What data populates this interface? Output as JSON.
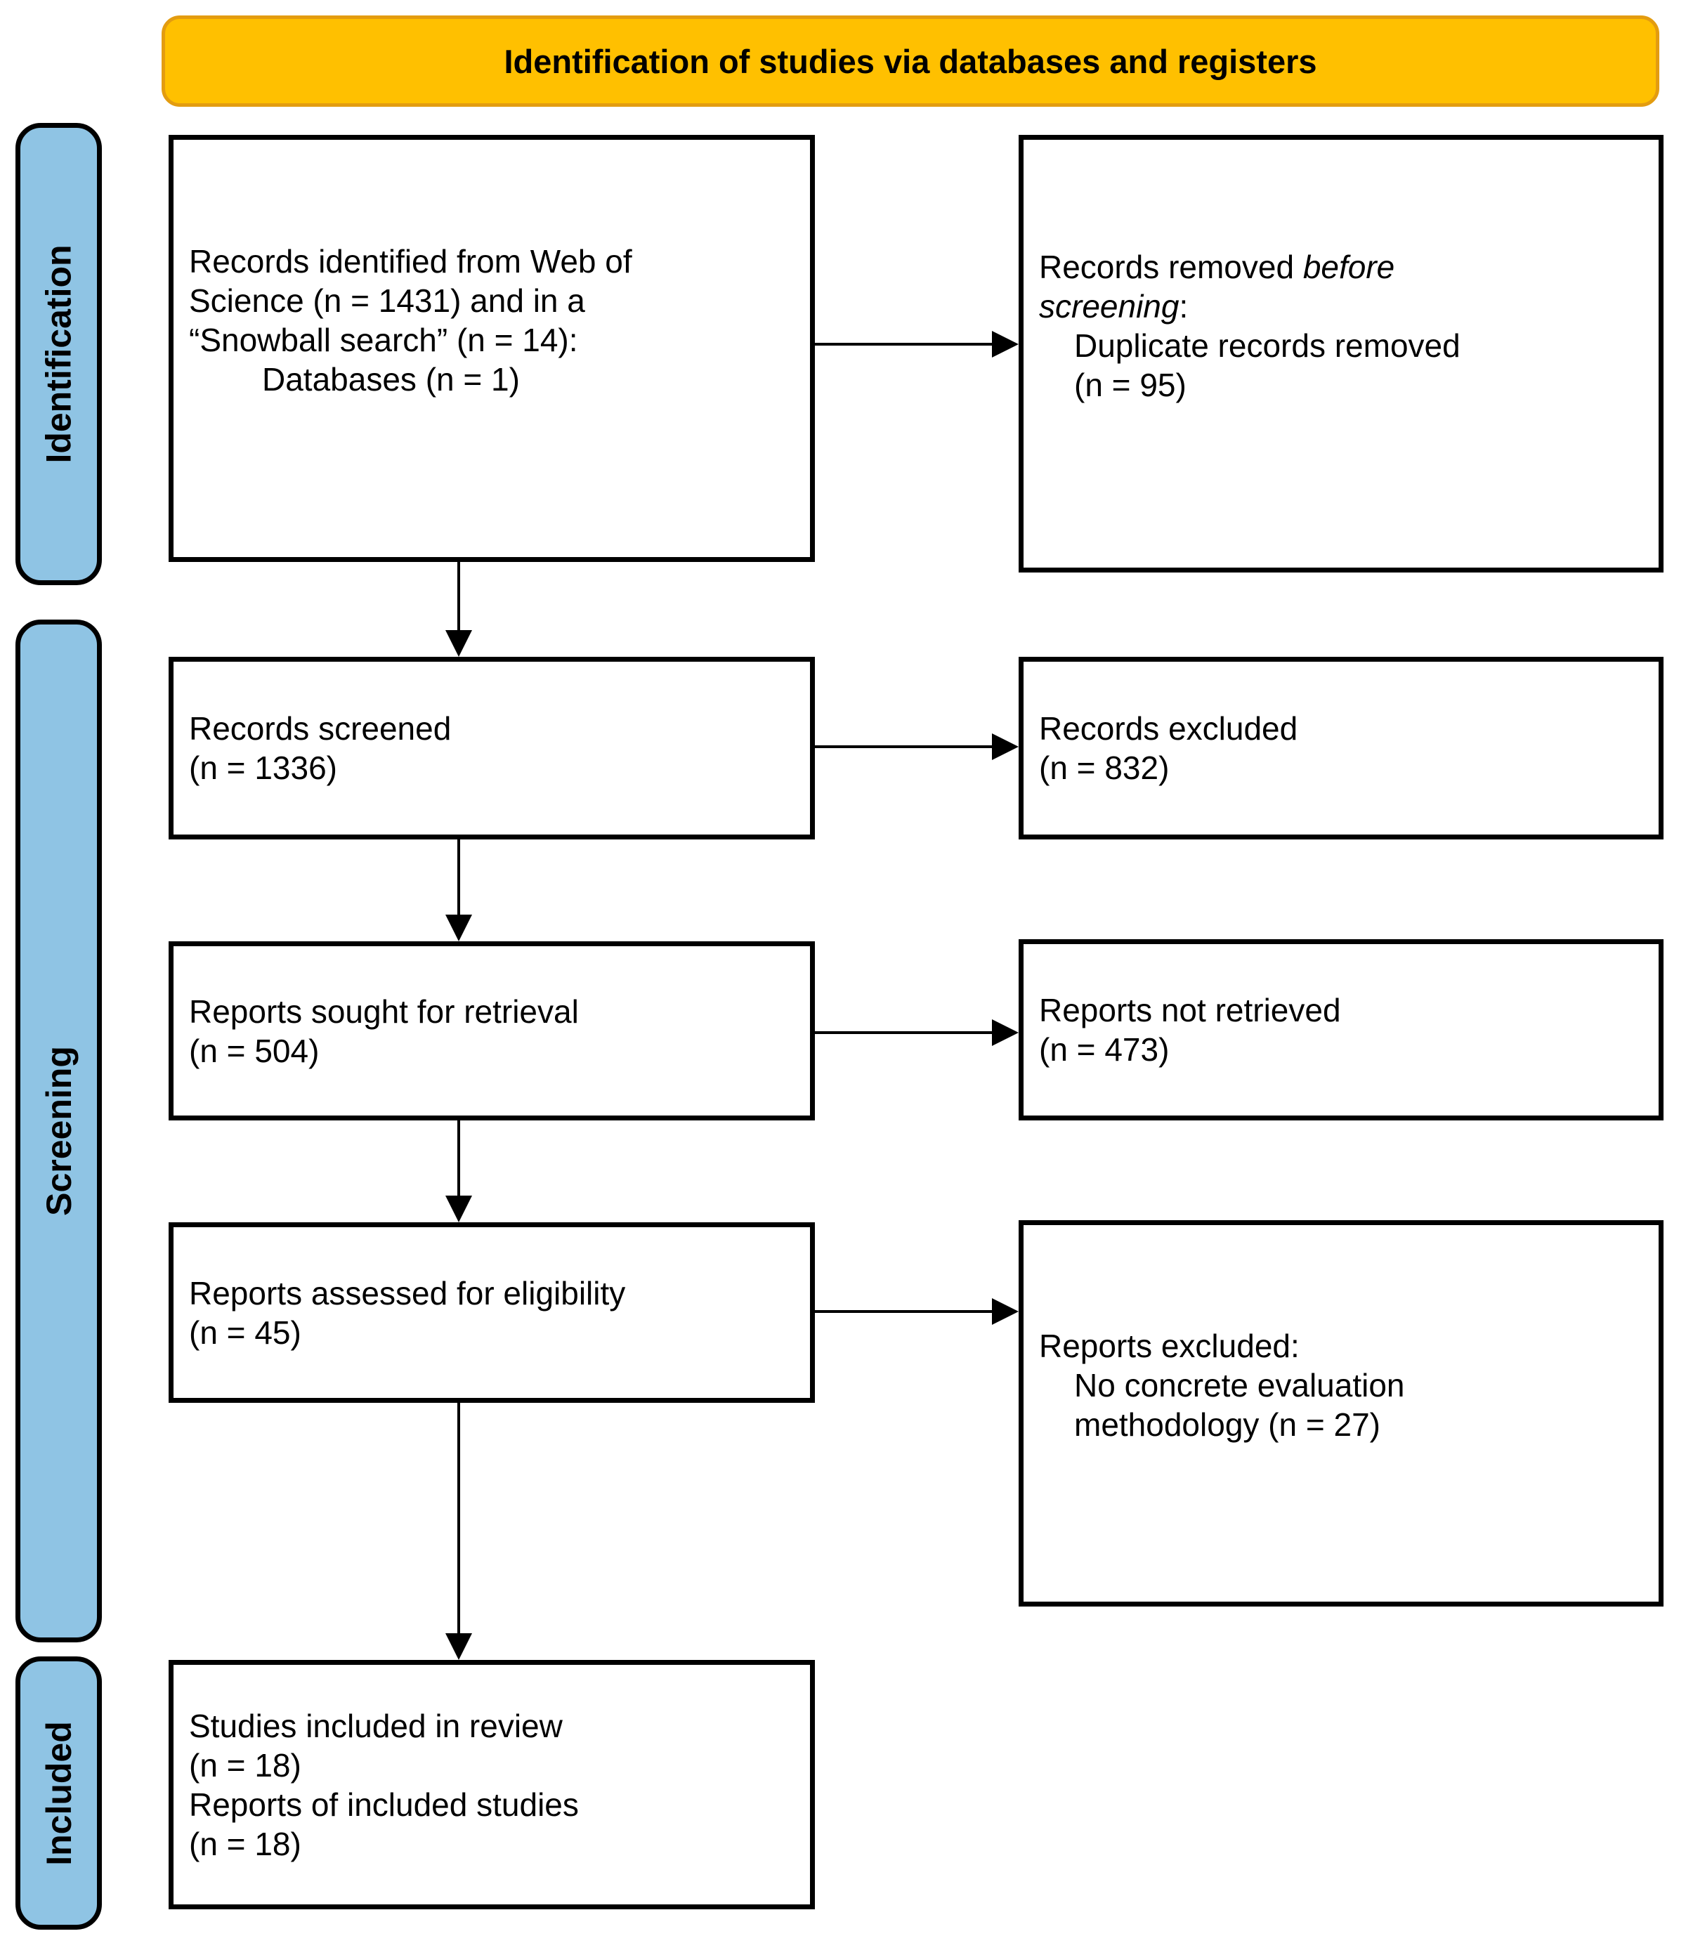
{
  "header": {
    "title": "Identification of studies via databases and registers"
  },
  "stages": {
    "identification": "Identification",
    "screening": "Screening",
    "included": "Included"
  },
  "boxes": {
    "records_identified": {
      "line1": "Records identified from Web of",
      "line2": "Science (n = 1431) and in a",
      "line3": "“Snowball search” (n = 14):",
      "line4": "Databases (n = 1)"
    },
    "records_removed": {
      "line1_regular": "Records removed ",
      "line1_italic": "before",
      "line2_italic": "screening",
      "line2_regular": ":",
      "line3": "Duplicate records removed",
      "line4": "(n = 95)"
    },
    "records_screened": {
      "line1": "Records screened",
      "line2": "(n = 1336)"
    },
    "records_excluded": {
      "line1": "Records excluded",
      "line2": "(n = 832)"
    },
    "reports_sought": {
      "line1": "Reports sought for retrieval",
      "line2": "(n = 504)"
    },
    "reports_not_retrieved": {
      "line1": "Reports not retrieved",
      "line2": "(n = 473)"
    },
    "reports_assessed": {
      "line1": "Reports assessed for eligibility",
      "line2": "(n = 45)"
    },
    "reports_excluded": {
      "line1": "Reports excluded:",
      "line2": "No concrete evaluation",
      "line3": "methodology (n = 27)"
    },
    "studies_included": {
      "line1": "Studies included in review",
      "line2": "(n = 18)",
      "line3": "Reports of included studies",
      "line4": "(n = 18)"
    }
  },
  "colors": {
    "header_bg": "#FFC000",
    "header_border": "#E39C10",
    "stage_bg": "#8FC4E4",
    "box_bg": "#FFFFFF",
    "box_border": "#000000"
  }
}
